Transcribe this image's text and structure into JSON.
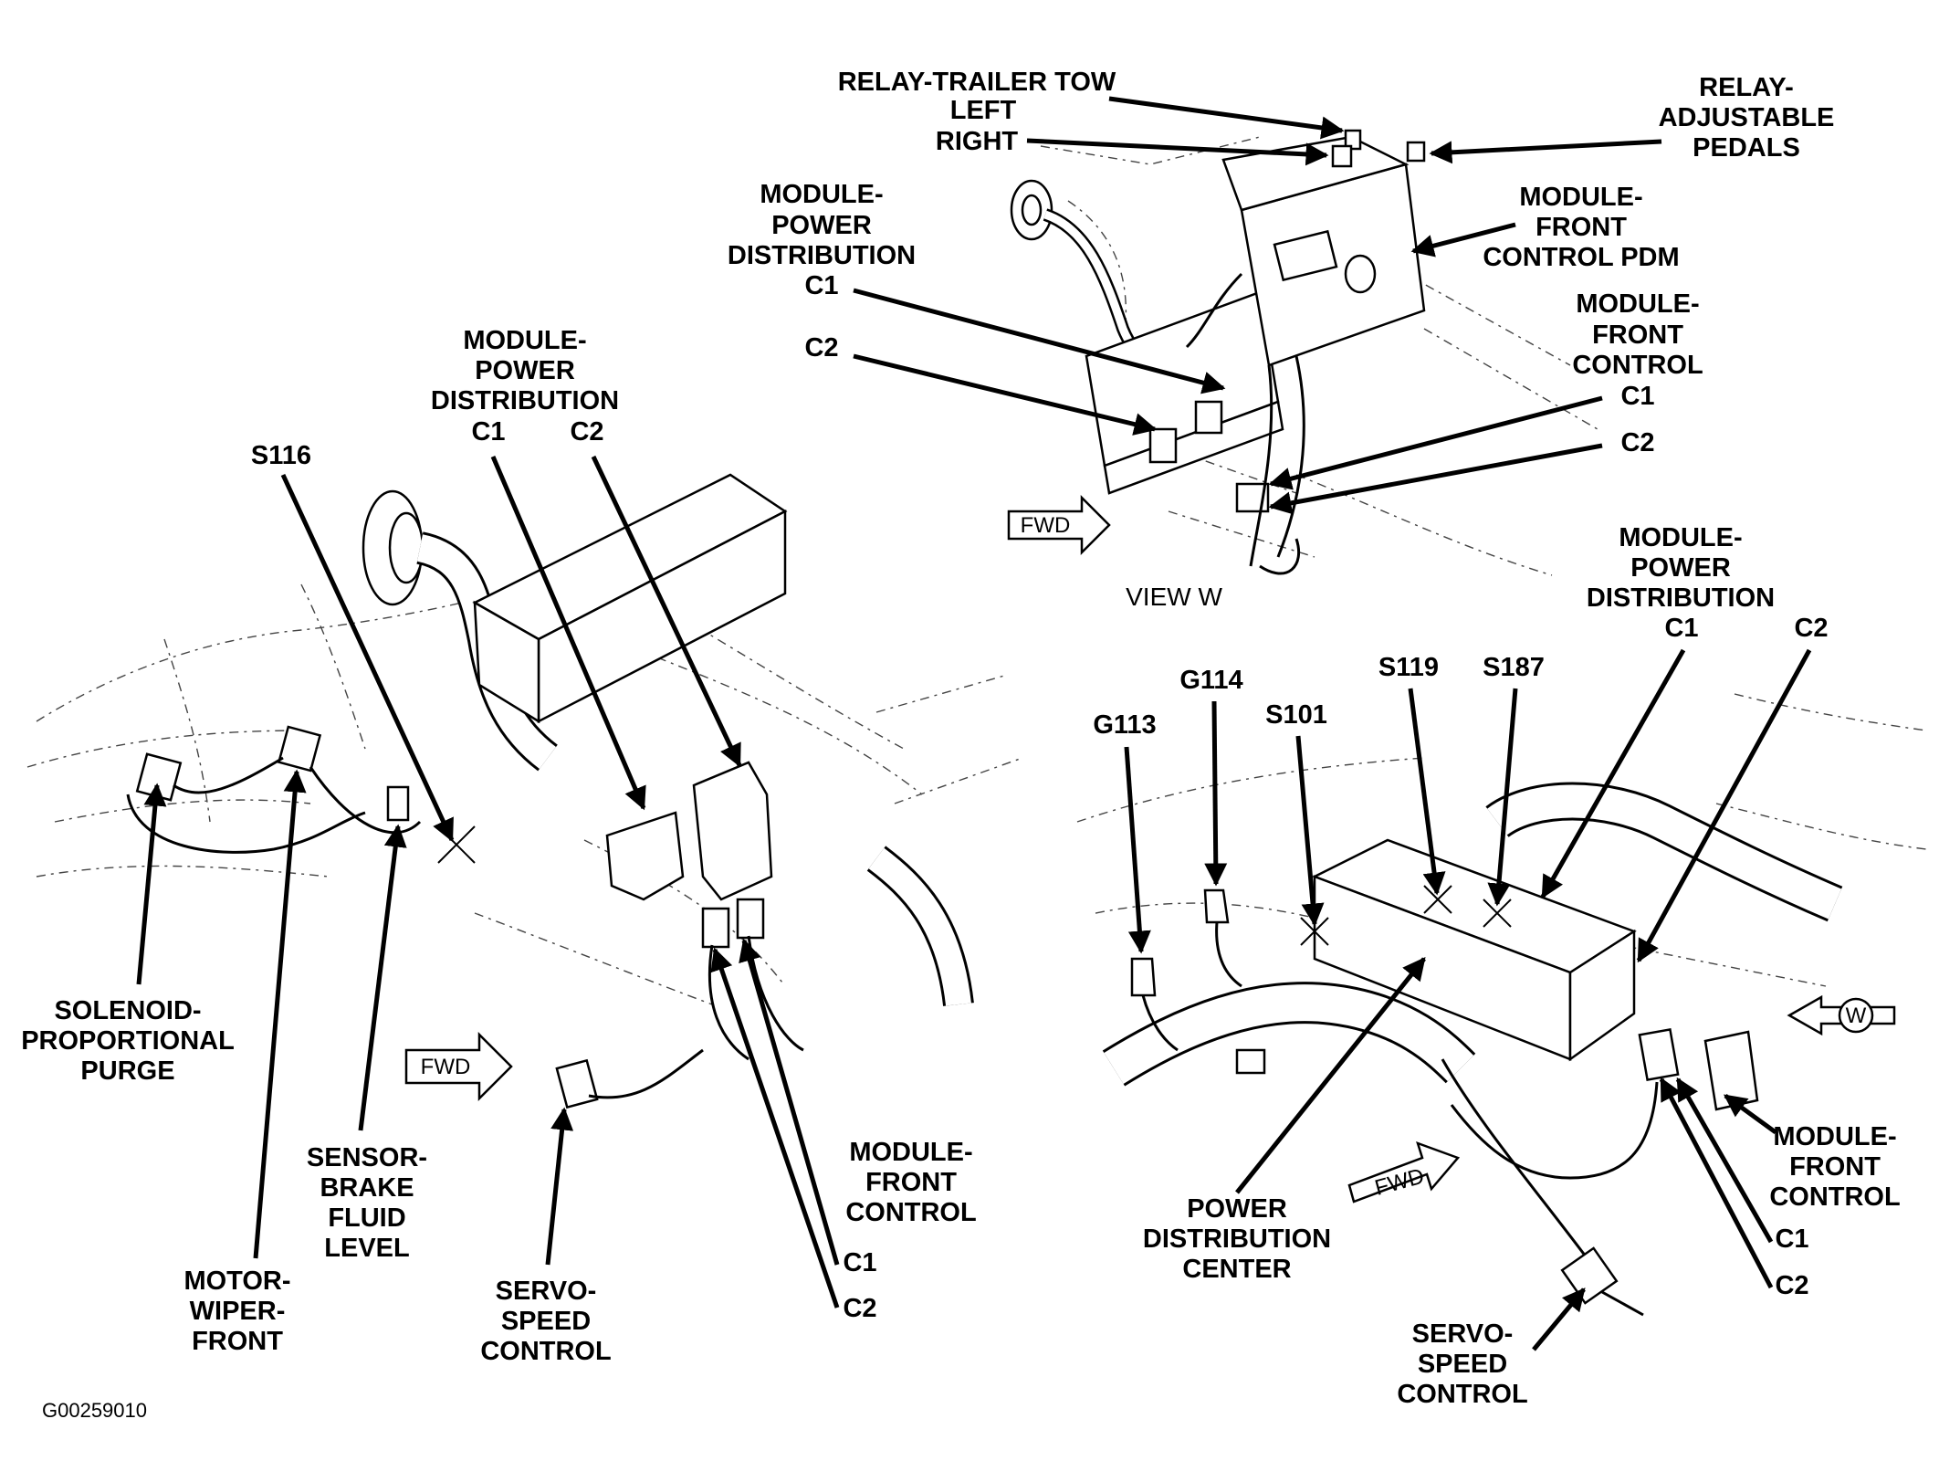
{
  "diagram": {
    "top_view": {
      "relay_trailer_tow": [
        "RELAY-TRAILER TOW",
        "LEFT",
        "RIGHT"
      ],
      "relay_adjustable_pedals": [
        "RELAY-",
        "ADJUSTABLE",
        "PEDALS"
      ],
      "module_power_distribution": [
        "MODULE-",
        "POWER",
        "DISTRIBUTION",
        "C1"
      ],
      "c2_left": "C2",
      "module_front_control_pdm": [
        "MODULE-",
        "FRONT",
        "CONTROL PDM"
      ],
      "module_front_control": [
        "MODULE-",
        "FRONT",
        "CONTROL",
        "C1",
        "C2"
      ],
      "fwd": "FWD",
      "view_label": "VIEW W"
    },
    "left_view": {
      "module_power_distribution": [
        "MODULE-",
        "POWER",
        "DISTRIBUTION"
      ],
      "c1": "C1",
      "c2": "C2",
      "s116": "S116",
      "solenoid": [
        "SOLENOID-",
        "PROPORTIONAL",
        "PURGE"
      ],
      "motor_wiper": [
        "MOTOR-",
        "WIPER-",
        "FRONT"
      ],
      "sensor_brake": [
        "SENSOR-",
        "BRAKE",
        "FLUID",
        "LEVEL"
      ],
      "servo_speed": [
        "SERVO-",
        "SPEED",
        "CONTROL"
      ],
      "module_front_control": [
        "MODULE-",
        "FRONT",
        "CONTROL"
      ],
      "mfc_c1": "C1",
      "mfc_c2": "C2",
      "fwd": "FWD"
    },
    "right_view": {
      "module_power_distribution": [
        "MODULE-",
        "POWER",
        "DISTRIBUTION"
      ],
      "c1": "C1",
      "c2": "C2",
      "g113": "G113",
      "g114": "G114",
      "s101": "S101",
      "s119": "S119",
      "s187": "S187",
      "power_distribution_center": [
        "POWER",
        "DISTRIBUTION",
        "CENTER"
      ],
      "servo_speed": [
        "SERVO-",
        "SPEED",
        "CONTROL"
      ],
      "module_front_control": [
        "MODULE-",
        "FRONT",
        "CONTROL"
      ],
      "mfc_c1": "C1",
      "mfc_c2": "C2",
      "fwd": "FWD",
      "view_marker": "W"
    },
    "figure_code": "G00259010"
  }
}
